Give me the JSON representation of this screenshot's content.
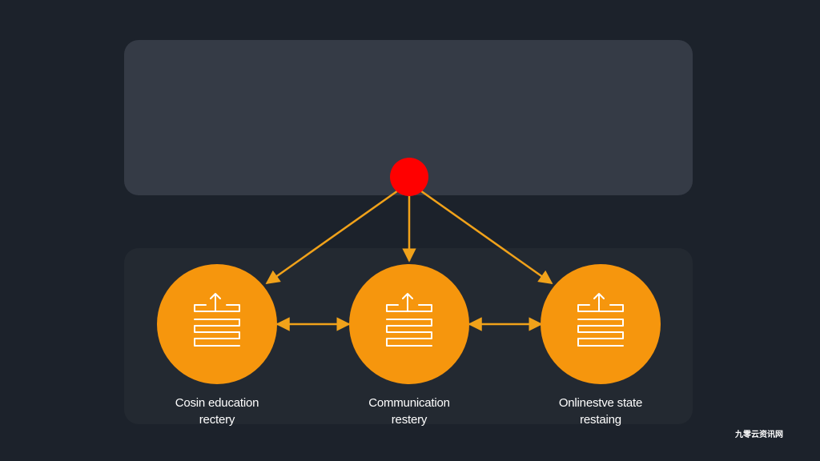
{
  "colors": {
    "background": "#1c222b",
    "top_panel": "#353b46",
    "bottom_panel": "#232931",
    "hub": "#ff0000",
    "node": "#f6960d",
    "arrow": "#f1a21a",
    "icon_line": "#ffffff",
    "label_text": "#ffffff"
  },
  "hub": {
    "icon": "red-circle"
  },
  "nodes": [
    {
      "icon": "upload-stack-icon",
      "label_line1": "Cosin education",
      "label_line2": "rectery"
    },
    {
      "icon": "upload-stack-icon",
      "label_line1": "Communication",
      "label_line2": "restery"
    },
    {
      "icon": "upload-stack-icon",
      "label_line1": "Onlinestve state",
      "label_line2": "restaing"
    }
  ],
  "edges": [
    {
      "from": "hub",
      "to": "node-1",
      "direction": "one-way"
    },
    {
      "from": "hub",
      "to": "node-2",
      "direction": "one-way"
    },
    {
      "from": "hub",
      "to": "node-3",
      "direction": "one-way"
    },
    {
      "from": "node-1",
      "to": "node-2",
      "direction": "two-way"
    },
    {
      "from": "node-2",
      "to": "node-3",
      "direction": "two-way"
    }
  ],
  "watermark": "九零云资讯网"
}
